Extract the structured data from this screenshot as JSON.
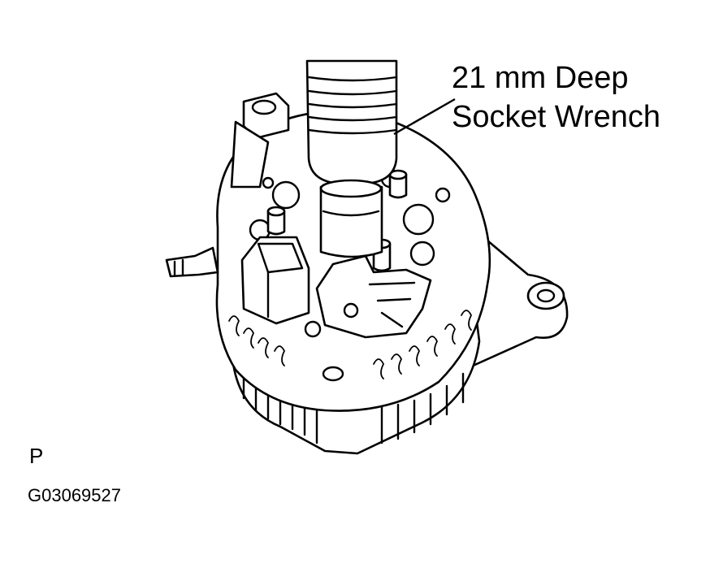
{
  "callout": {
    "line1": "21 mm Deep",
    "line2": "Socket Wrench"
  },
  "view_letter": "P",
  "figure_id": "G03069527"
}
